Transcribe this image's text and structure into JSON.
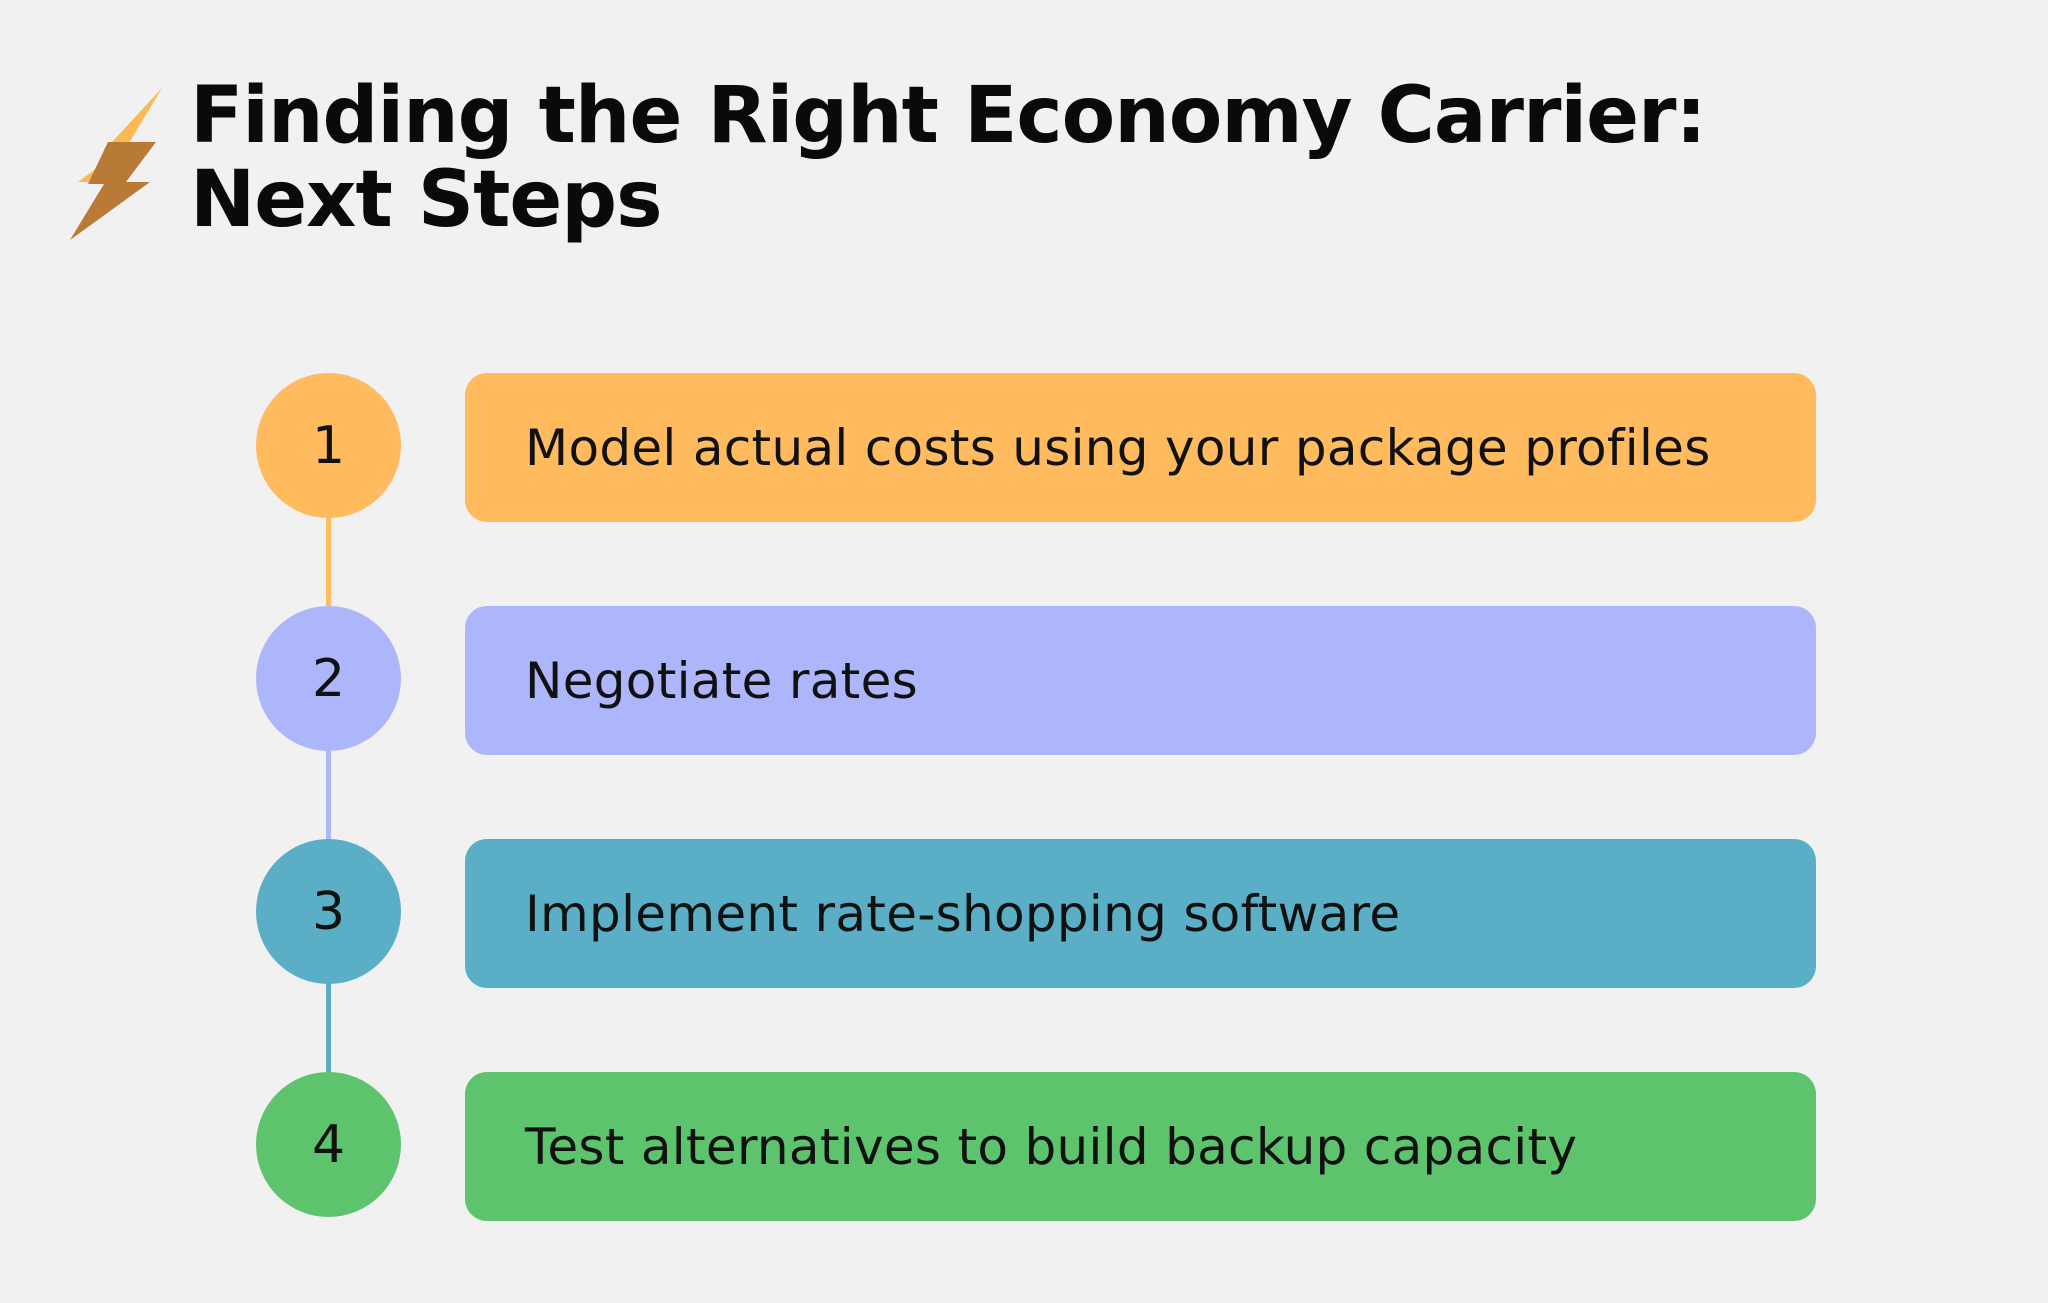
{
  "title": {
    "line1": "Finding the Right Economy Carrier:",
    "line2": "Next Steps"
  },
  "logo": {
    "icon": "lightning-bolt-icon",
    "colors": [
      "#fbb955",
      "#b87a36"
    ]
  },
  "steps": [
    {
      "number": "1",
      "label": "Model actual costs using your package profiles",
      "color": "#ffbb5e"
    },
    {
      "number": "2",
      "label": "Negotiate rates",
      "color": "#adb6fa"
    },
    {
      "number": "3",
      "label": "Implement rate-shopping software",
      "color": "#5aafc6"
    },
    {
      "number": "4",
      "label": "Test alternatives to build backup capacity",
      "color": "#5dc36d"
    }
  ]
}
